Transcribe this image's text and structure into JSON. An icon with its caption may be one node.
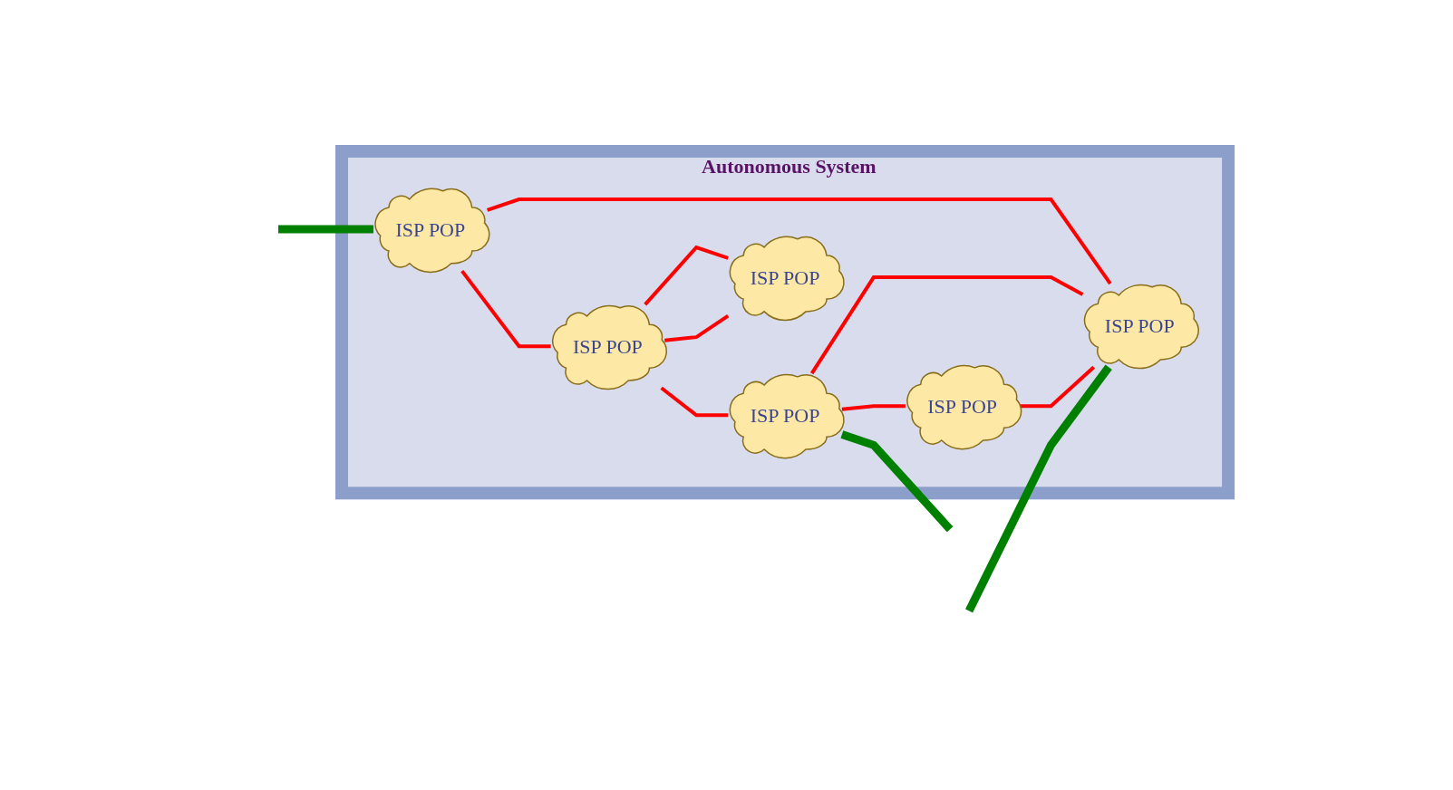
{
  "diagram": {
    "nodes": [
      {
        "text": [
          "Autonomous System"
        ]
      },
      {
        "text": [
          "ISP POP"
        ],
        "in": 0
      },
      {
        "text": [
          "ISP POP"
        ],
        "in": 0
      },
      {
        "text": [
          "ISP POP"
        ],
        "in": 0
      },
      {
        "text": [
          "ISP POP"
        ],
        "in": 0
      },
      {
        "text": [
          "ISP POP"
        ],
        "in": 0
      },
      {
        "text": [
          "ISP POP"
        ],
        "in": 0
      }
    ],
    "edges": [
      {
        "from": 3,
        "to": 1,
        "arrow": "none"
      },
      {
        "from": 1,
        "to": 2,
        "arrow": "none"
      },
      {
        "from": 1,
        "to": 4,
        "arrow": "none"
      },
      {
        "from": 1,
        "to": 4,
        "arrow": "none"
      },
      {
        "from": 3,
        "to": 6,
        "arrow": "none"
      },
      {
        "from": 2,
        "to": 6,
        "arrow": "none"
      },
      {
        "from": 2,
        "to": 5,
        "arrow": "none"
      },
      {
        "from": 5,
        "to": 6,
        "arrow": "none"
      },
      {
        "from": null,
        "to": 3,
        "arrow": "none",
        "style": "thick",
        "color": "#008000"
      },
      {
        "from": 2,
        "to": null,
        "arrow": "none",
        "style": "thick",
        "color": "#008000"
      },
      {
        "from": null,
        "to": 6,
        "arrow": "none",
        "style": "thick",
        "color": "#008000"
      }
    ]
  }
}
